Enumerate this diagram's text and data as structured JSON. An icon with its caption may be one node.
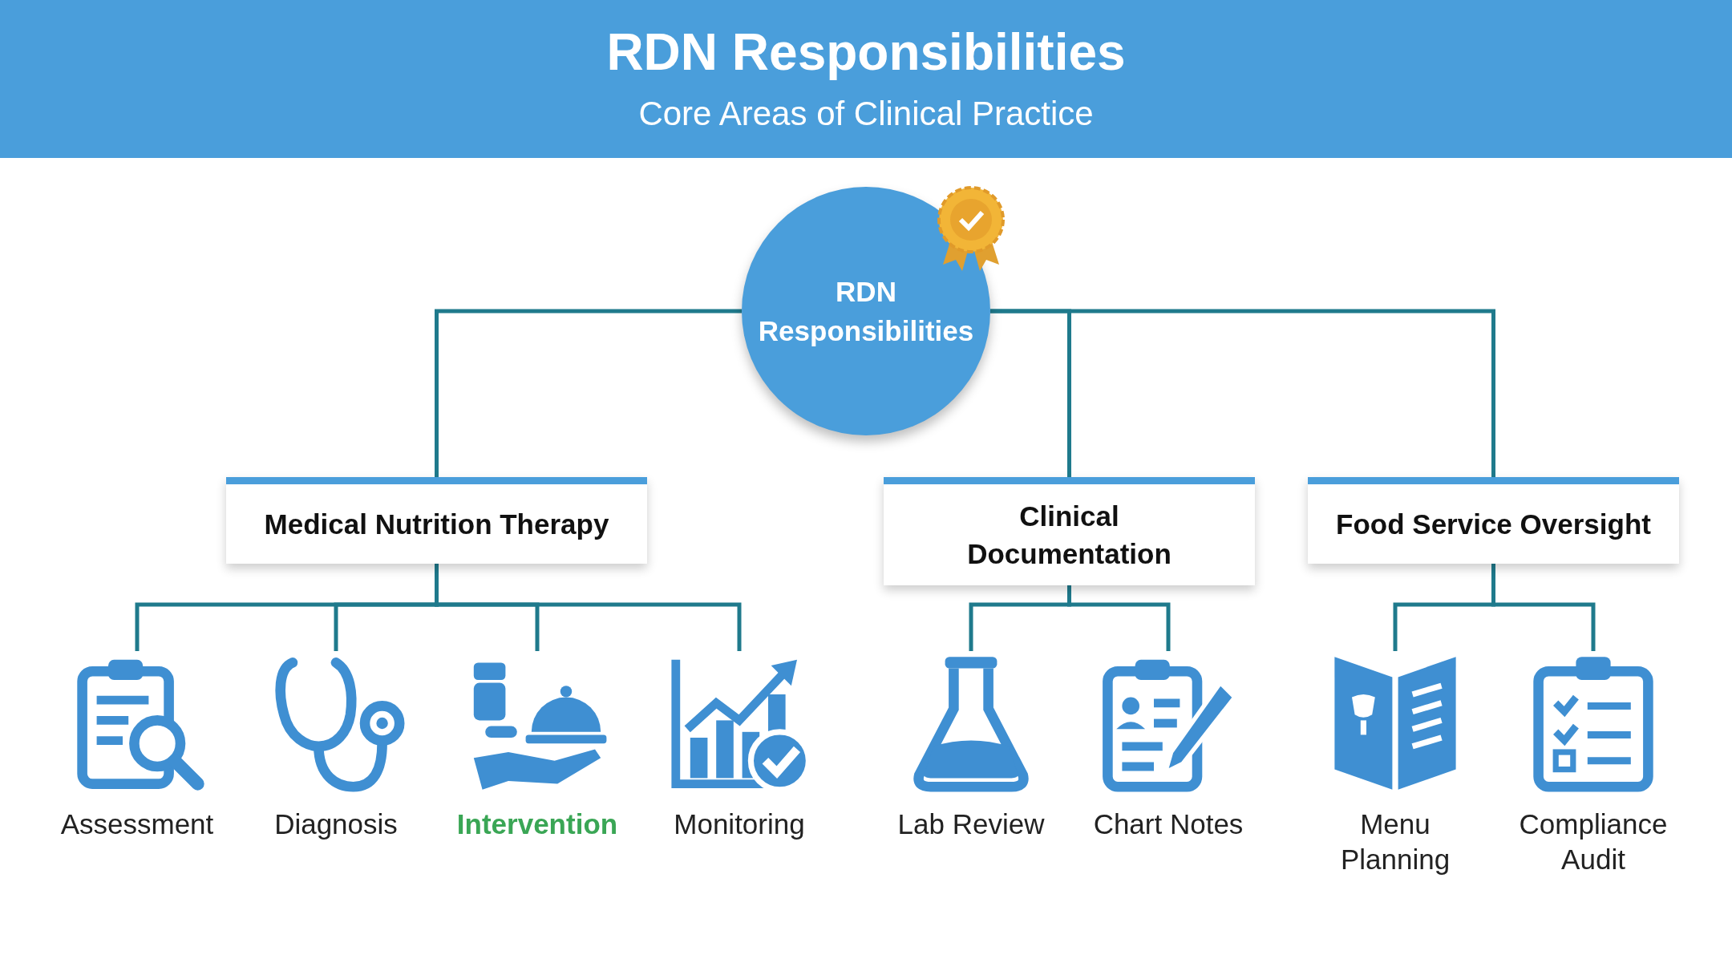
{
  "diagram": {
    "title": "RDN Responsibilities",
    "nodes": [
      {
        "text": [
          "RDN Responsibilities"
        ]
      },
      {
        "text": [
          "Medical Nutrition Therapy"
        ]
      },
      {
        "text": [
          "Clinical Documentation"
        ]
      },
      {
        "text": [
          "Food Service Oversight"
        ]
      },
      {
        "text": [
          "Assessment"
        ]
      },
      {
        "text": [
          "Diagnosis"
        ]
      },
      {
        "text": [
          "Intervention"
        ]
      },
      {
        "text": [
          "Monitoring"
        ]
      },
      {
        "text": [
          "Lab Review"
        ]
      },
      {
        "text": [
          "Chart Notes"
        ]
      },
      {
        "text": [
          "Menu Planning"
        ]
      },
      {
        "text": [
          "Compliance Audit"
        ]
      }
    ],
    "edges": [
      {
        "from": 0,
        "to": 1,
        "arrow": "none"
      },
      {
        "from": 0,
        "to": 2,
        "arrow": "none"
      },
      {
        "from": 0,
        "to": 3,
        "arrow": "none"
      },
      {
        "from": 1,
        "to": 4,
        "arrow": "none"
      },
      {
        "from": 1,
        "to": 5,
        "arrow": "none"
      },
      {
        "from": 1,
        "to": 6,
        "arrow": "none"
      },
      {
        "from": 1,
        "to": 7,
        "arrow": "none"
      },
      {
        "from": 2,
        "to": 8,
        "arrow": "none"
      },
      {
        "from": 2,
        "to": 9,
        "arrow": "none"
      },
      {
        "from": 3,
        "to": 10,
        "arrow": "none"
      },
      {
        "from": 3,
        "to": 11,
        "arrow": "none"
      }
    ],
    "labels": [
      "Core Areas of Clinical Practice"
    ]
  }
}
